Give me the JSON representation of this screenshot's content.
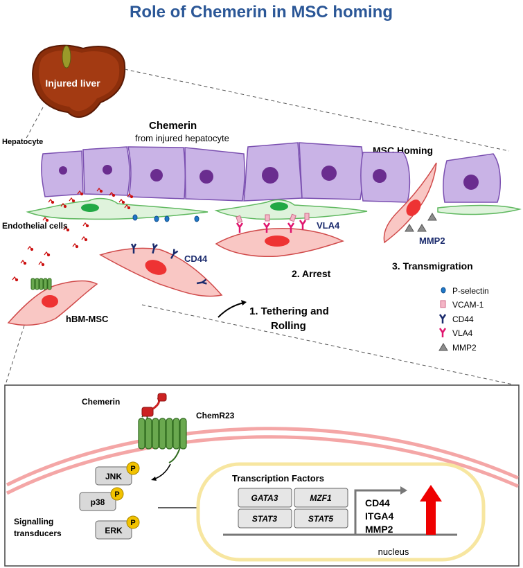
{
  "title": "Role of Chemerin in MSC homing",
  "labels": {
    "injured_liver": "Injured liver",
    "hepatocyte": "Hepatocyte",
    "chemerin": "Chemerin",
    "from_hepatocyte": "from injured hepatocyte",
    "msc_homing": "MSC Homing",
    "endothelial": "Endothelial cells",
    "vla4": "VLA4",
    "cd44": "CD44",
    "mmp2": "MMP2",
    "arrest": "2. Arrest",
    "transmigration": "3. Transmigration",
    "hbm_msc": "hBM-MSC",
    "tethering_1": "1.  Tethering and",
    "tethering_2": "Rolling"
  },
  "legend": [
    {
      "label": "P-selectin",
      "icon": "p-selectin-icon",
      "color": "#1f78c8"
    },
    {
      "label": "VCAM-1",
      "icon": "vcam1-icon",
      "color": "#f4b6c6"
    },
    {
      "label": "CD44",
      "icon": "cd44-icon",
      "color": "#1a2a6c"
    },
    {
      "label": "VLA4",
      "icon": "vla4-icon",
      "color": "#e0156e"
    },
    {
      "label": "MMP2",
      "icon": "mmp2-icon",
      "color": "#8c8c8c"
    }
  ],
  "signalling": {
    "chemerin": "Chemerin",
    "receptor": "ChemR23",
    "kinases": [
      "JNK",
      "p38",
      "ERK"
    ],
    "phospho": "P",
    "transducers_1": "Signalling",
    "transducers_2": "transducers"
  },
  "nucleus": {
    "heading": "Transcription Factors",
    "factors": [
      "GATA3",
      "MZF1",
      "STAT3",
      "STAT5"
    ],
    "genes": [
      "CD44",
      "ITGA4",
      "MMP2"
    ],
    "label": "nucleus"
  },
  "colors": {
    "title": "#2b5797",
    "hepatocyte": "#c9b3e6",
    "nucleus_dot": "#6a2d8f",
    "msc": "#f9c7c4",
    "endothelium": "#dff3dc",
    "membrane": "#f4a6a6",
    "receptor": "#6aa84f",
    "chemerin": "#cc2222",
    "up_arrow": "#ee0000",
    "nucleus_border": "#f7e6a0"
  }
}
